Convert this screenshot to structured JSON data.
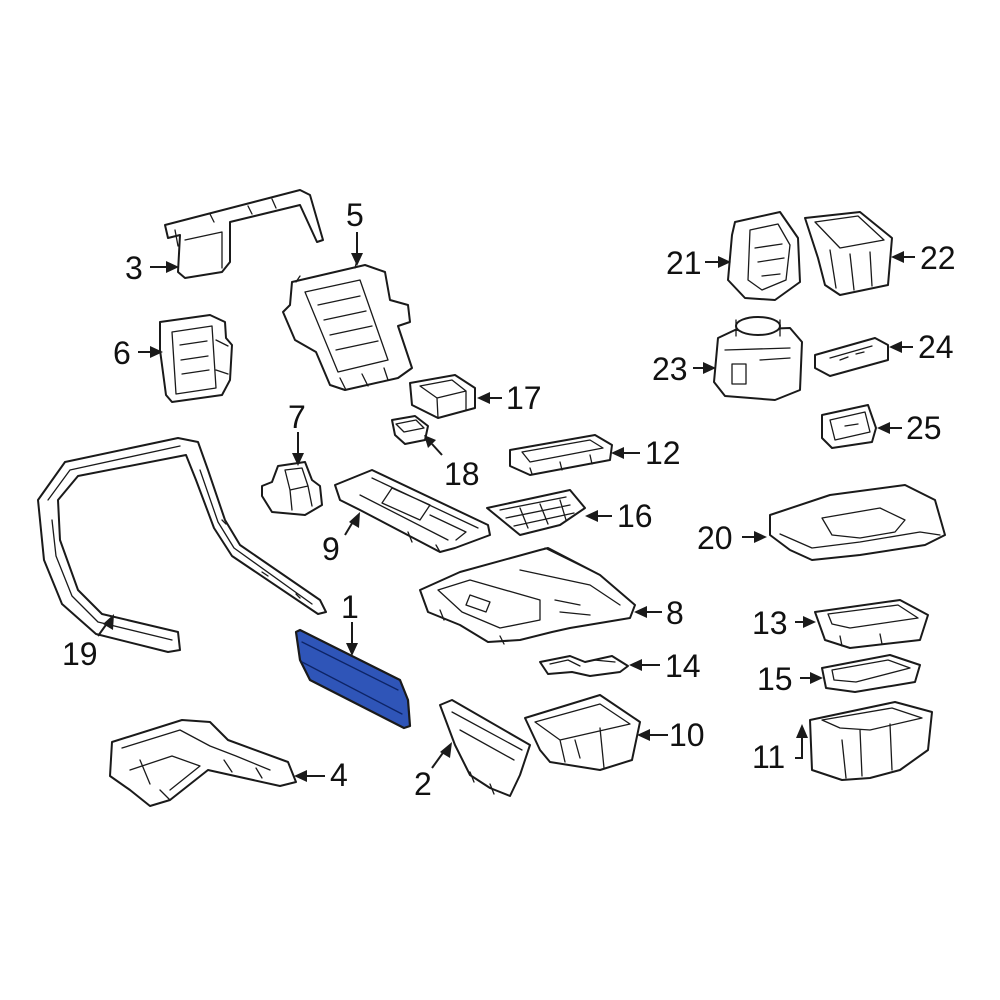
{
  "diagram": {
    "highlight_color": "#2f55b8",
    "line_color": "#1a1a1a",
    "callouts": [
      {
        "id": "1",
        "label": "1"
      },
      {
        "id": "2",
        "label": "2"
      },
      {
        "id": "3",
        "label": "3"
      },
      {
        "id": "4",
        "label": "4"
      },
      {
        "id": "5",
        "label": "5"
      },
      {
        "id": "6",
        "label": "6"
      },
      {
        "id": "7",
        "label": "7"
      },
      {
        "id": "8",
        "label": "8"
      },
      {
        "id": "9",
        "label": "9"
      },
      {
        "id": "10",
        "label": "10"
      },
      {
        "id": "11",
        "label": "11"
      },
      {
        "id": "12",
        "label": "12"
      },
      {
        "id": "13",
        "label": "13"
      },
      {
        "id": "14",
        "label": "14"
      },
      {
        "id": "15",
        "label": "15"
      },
      {
        "id": "16",
        "label": "16"
      },
      {
        "id": "17",
        "label": "17"
      },
      {
        "id": "18",
        "label": "18"
      },
      {
        "id": "19",
        "label": "19"
      },
      {
        "id": "20",
        "label": "20"
      },
      {
        "id": "21",
        "label": "21"
      },
      {
        "id": "22",
        "label": "22"
      },
      {
        "id": "23",
        "label": "23"
      },
      {
        "id": "24",
        "label": "24"
      },
      {
        "id": "25",
        "label": "25"
      }
    ]
  }
}
